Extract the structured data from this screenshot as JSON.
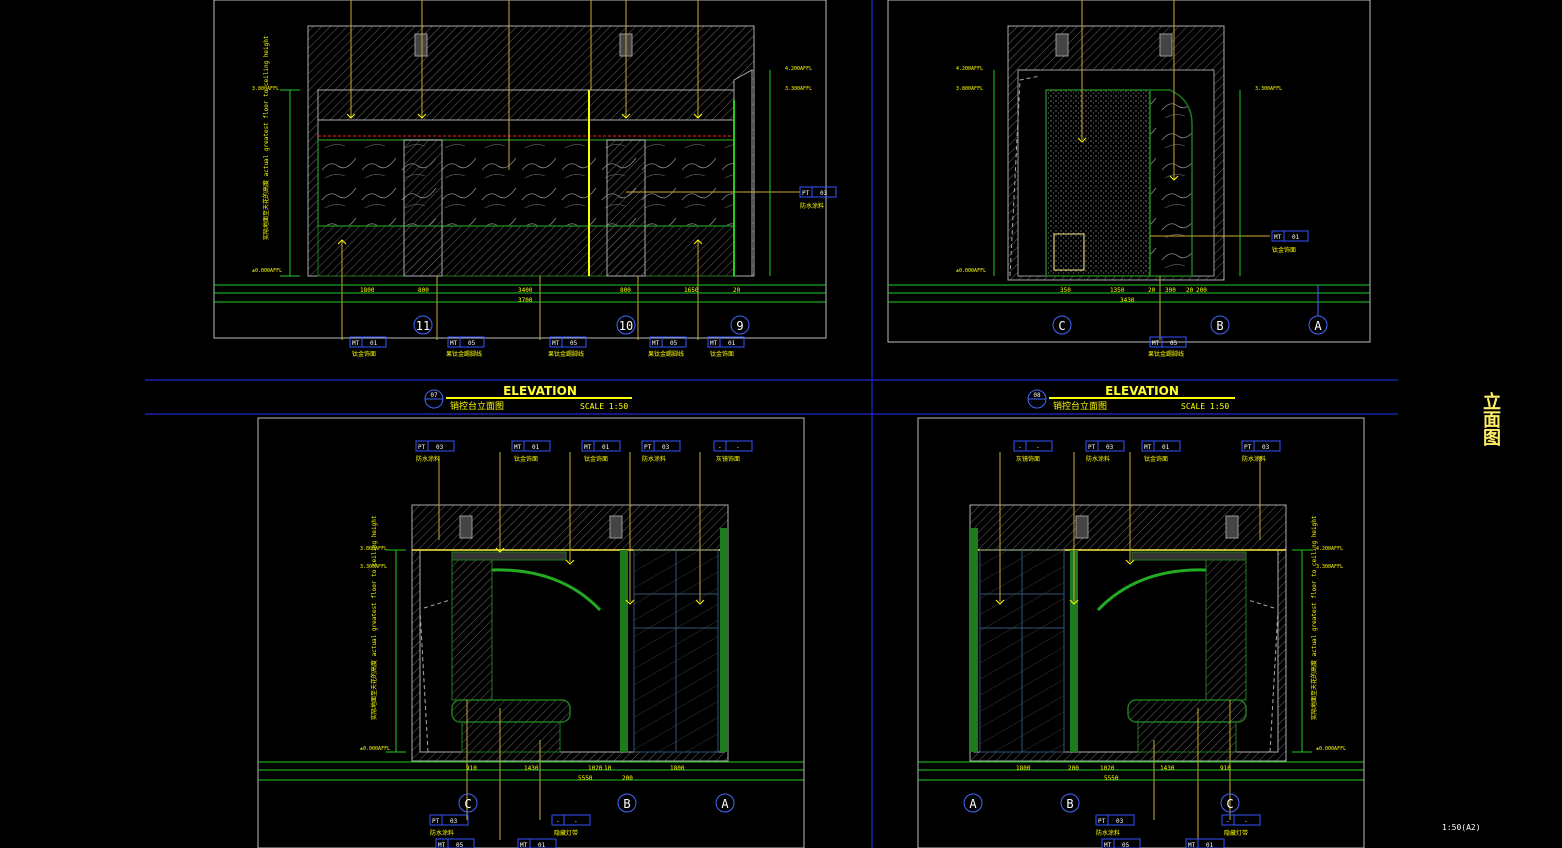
{
  "sheet": {
    "side_title": "立面图",
    "scale_note": "1:50(A2)"
  },
  "panels": [
    {
      "id": "top-left",
      "grid_labels": [
        "11",
        "10",
        "9"
      ],
      "tags": [
        {
          "code": "MT",
          "num": "01",
          "desc": "钛金饰面"
        },
        {
          "code": "MT",
          "num": "05",
          "desc": "果钛金踢脚线"
        },
        {
          "code": "MT",
          "num": "05",
          "desc": "果钛金踢脚线"
        },
        {
          "code": "MT",
          "num": "05",
          "desc": "果钛金踢脚线"
        },
        {
          "code": "MT",
          "num": "01",
          "desc": "钛金饰面"
        },
        {
          "code": "PT",
          "num": "03",
          "desc": "防水涂料"
        }
      ],
      "dims_bottom": [
        "1800",
        "800",
        "3400",
        "800",
        "1650",
        "20"
      ],
      "dims_total": "3700",
      "levels": [
        "3.800AFFL",
        "4.200AFFL",
        "3.300AFFL",
        "±0.000AFFL"
      ]
    },
    {
      "id": "top-right",
      "grid_labels": [
        "C",
        "B",
        "A"
      ],
      "tags": [
        {
          "code": "MT",
          "num": "05",
          "desc": "果钛金踢脚线"
        },
        {
          "code": "MT",
          "num": "01",
          "desc": "钛金饰面"
        }
      ],
      "dims_bottom": [
        "350",
        "1350",
        "20",
        "300",
        "20",
        "200"
      ],
      "dims_total": "3430",
      "levels": [
        "4.200AFFL",
        "3.800AFFL",
        "3.300AFFL",
        "±0.000AFFL"
      ]
    },
    {
      "id": "bottom-left",
      "heading": {
        "num": "07",
        "word": "ELEVATION",
        "name": "销控台立面图",
        "scale": "SCALE 1:50"
      },
      "grid_labels": [
        "C",
        "B",
        "A"
      ],
      "tags_top": [
        {
          "code": "PT",
          "num": "03",
          "desc": "防水涂料"
        },
        {
          "code": "MT",
          "num": "01",
          "desc": "钛金饰面"
        },
        {
          "code": "MT",
          "num": "01",
          "desc": "钛金饰面"
        },
        {
          "code": "PT",
          "num": "03",
          "desc": "防水涂料"
        },
        {
          "code": "-",
          "num": "-",
          "desc": "灰镜饰面"
        }
      ],
      "tags_bottom": [
        {
          "code": "PT",
          "num": "03",
          "desc": "防水涂料"
        },
        {
          "code": "-",
          "num": "-",
          "desc": "隐藏灯带"
        },
        {
          "code": "MT",
          "num": "05",
          "desc": ""
        },
        {
          "code": "MT",
          "num": "01",
          "desc": ""
        }
      ],
      "dims_bottom": [
        "910",
        "1430",
        "1020",
        "10",
        "1800"
      ],
      "dims_total": "5550",
      "dims_mid": "200",
      "levels": [
        "3.800AFFL",
        "3.300AFFL",
        "±0.000AFFL"
      ]
    },
    {
      "id": "bottom-right",
      "heading": {
        "num": "08",
        "word": "ELEVATION",
        "name": "销控台立面图",
        "scale": "SCALE 1:50"
      },
      "grid_labels": [
        "A",
        "B",
        "C"
      ],
      "tags_top": [
        {
          "code": "-",
          "num": "-",
          "desc": "灰镜饰面"
        },
        {
          "code": "PT",
          "num": "03",
          "desc": "防水涂料"
        },
        {
          "code": "MT",
          "num": "01",
          "desc": "钛金饰面"
        },
        {
          "code": "PT",
          "num": "03",
          "desc": "防水涂料"
        }
      ],
      "tags_bottom": [
        {
          "code": "PT",
          "num": "03",
          "desc": "防水涂料"
        },
        {
          "code": "-",
          "num": "-",
          "desc": "隐藏灯带"
        },
        {
          "code": "MT",
          "num": "05",
          "desc": ""
        },
        {
          "code": "MT",
          "num": "01",
          "desc": ""
        }
      ],
      "dims_bottom": [
        "1800",
        "200",
        "1020",
        "1430",
        "910"
      ],
      "dims_total": "5550",
      "levels": [
        "4.200AFFL",
        "3.300AFFL",
        "±0.000AFFL"
      ]
    }
  ],
  "vertical_note": "实际地面至天花的高度 actual greatest floor to ceiling height"
}
